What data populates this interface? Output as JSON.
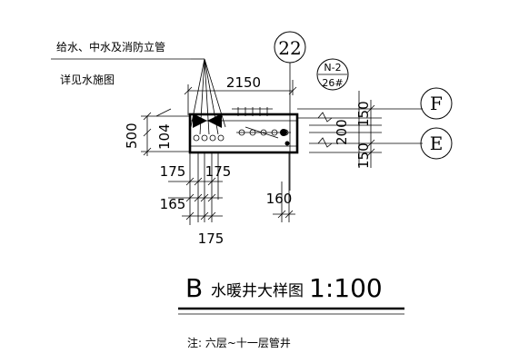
{
  "notes": {
    "riser_line1": "给水、中水及消防立管",
    "riser_line2": "详见水施图"
  },
  "grid_marks": {
    "axis_22": "22",
    "axis_F": "F",
    "axis_E": "E"
  },
  "tag": {
    "top": "N-2",
    "bottom": "26#"
  },
  "dimensions": {
    "d2150": "2150",
    "d500": "500",
    "d104": "104",
    "d150_top": "150",
    "d200": "200",
    "d150_bottom": "150",
    "d175_a": "175",
    "d175_b": "175",
    "d165": "165",
    "d160": "160",
    "d175_bottom": "175"
  },
  "title": {
    "prefix": "B",
    "name": "水暖井大样图",
    "scale": "1:100"
  },
  "note": "注: 六层~十一层管井"
}
